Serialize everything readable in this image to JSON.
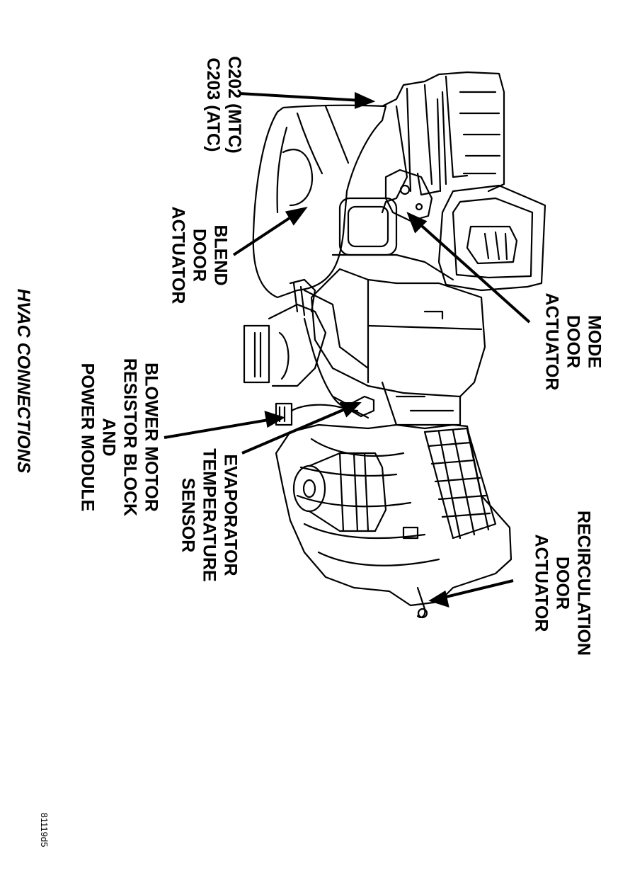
{
  "diagram": {
    "caption": "HVAC CONNECTIONS",
    "figure_id": "81119d5",
    "labels": {
      "connector": [
        "C202 (MTC)",
        "C203 (ATC)"
      ],
      "mode_door": [
        "MODE",
        "DOOR",
        "ACTUATOR"
      ],
      "blend_door": [
        "BLEND",
        "DOOR",
        "ACTUATOR"
      ],
      "blower_motor": [
        "BLOWER MOTOR",
        "RESISTOR BLOCK",
        "AND",
        "POWER MODULE"
      ],
      "evaporator": [
        "EVAPORATOR",
        "TEMPERATURE",
        "SENSOR"
      ],
      "recirculation": [
        "RECIRCULATION",
        "DOOR",
        "ACTUATOR"
      ]
    }
  }
}
